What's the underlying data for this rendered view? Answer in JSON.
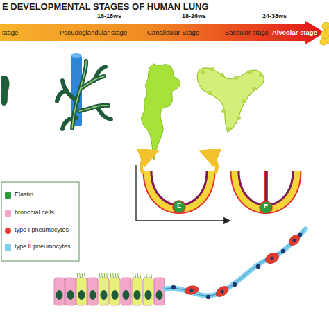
{
  "diagram": {
    "title": "E DEVELOPMENTAL STAGES OF HUMAN LUNG",
    "labels": [
      "16-18ws",
      "18-26ws",
      "24-38ws",
      "stage",
      "Pseudoglandular stage",
      "Canalicular Stage",
      "Saccular stage",
      "Alveolar stage",
      "E",
      "E"
    ],
    "legend": [
      {
        "text": "Elastin",
        "color": "#2a9d3a"
      },
      {
        "text": "bronchial cells",
        "color": "#f4a6c8"
      },
      {
        "text": "type I pneumocytes",
        "color": "#e63a2e"
      },
      {
        "text": "type II pneumocytes",
        "color": "#7fd0ee"
      }
    ]
  }
}
